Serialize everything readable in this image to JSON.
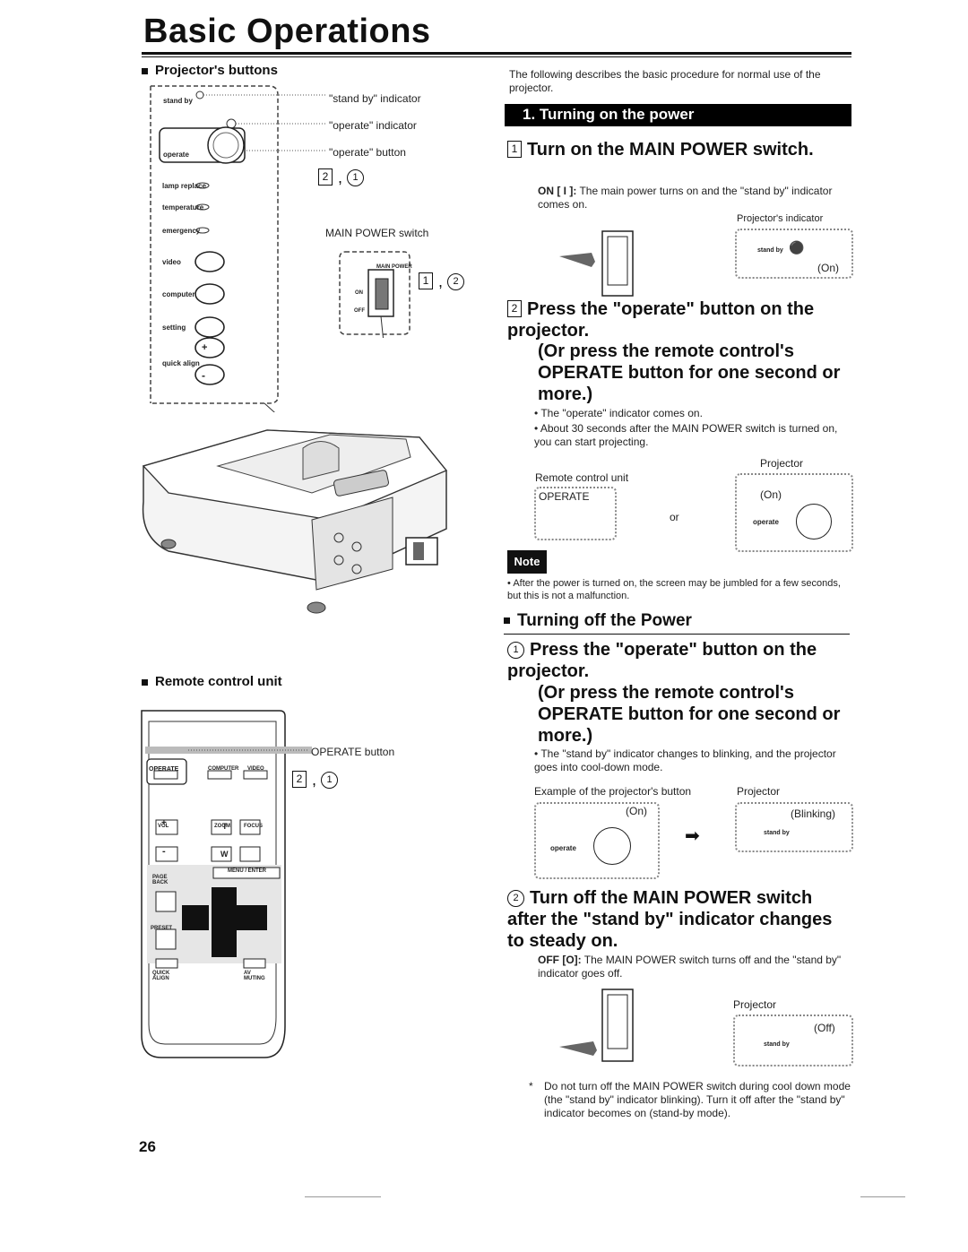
{
  "page": {
    "title": "Basic Operations",
    "number": "26"
  },
  "left": {
    "buttons_heading": "Projector's buttons",
    "callouts": {
      "standby_indicator": "\"stand by\" indicator",
      "operate_indicator": "\"operate\" indicator",
      "operate_button": "\"operate\" button"
    },
    "panel_labels": {
      "standby": "stand by",
      "operate": "operate",
      "lamp": "lamp replace",
      "temperature": "temperature",
      "emergency": "emergency",
      "video": "video",
      "computer": "computer",
      "setting": "setting",
      "quick_align": "quick align",
      "plus": "+",
      "minus": "-"
    },
    "ref_a": {
      "box": "2",
      "circle": "1"
    },
    "main_switch_label": "MAIN POWER switch",
    "switch_labels": {
      "main": "MAIN POWER",
      "on": "ON",
      "off": "OFF"
    },
    "ref_b": {
      "box": "1",
      "circle": "2"
    },
    "remote_heading": "Remote control unit",
    "remote_callout": "OPERATE button",
    "ref_c": {
      "box": "2",
      "circle": "1"
    },
    "remote_labels": {
      "operate": "OPERATE",
      "computer": "COMPUTER",
      "video": "VIDEO",
      "vol": "VOL",
      "zoom": "ZOOM",
      "focus": "FOCUS",
      "t": "T",
      "w": "W",
      "menu": "MENU / ENTER",
      "page_back": "PAGE BACK",
      "preset": "PRESET",
      "quick_align": "QUICK ALIGN",
      "av_muting": "AV MUTING",
      "plus": "+",
      "minus": "-"
    }
  },
  "right": {
    "intro": "The following describes the basic procedure for normal use of the projector.",
    "banner": "1. Turning on the power",
    "step1": {
      "num": "1",
      "heading": "Turn on the MAIN POWER switch.",
      "body_label": "ON [ I ]:",
      "body": "The main power turns on and the \"stand by\" indicator comes on.",
      "fig_caption": "Projector's indicator",
      "fig_standby": "stand by",
      "fig_on": "(On)"
    },
    "step2": {
      "num": "2",
      "heading_a": "Press the \"operate\" button on the projector.",
      "heading_b": "(Or press the remote control's OPERATE button for one second or more.)",
      "bullets": [
        "The \"operate\" indicator comes on.",
        "About 30 seconds after the MAIN POWER switch is turned on, you can start projecting."
      ],
      "fig_remote_caption": "Remote control unit",
      "fig_remote_btn": "OPERATE",
      "fig_or": "or",
      "fig_proj_caption": "Projector",
      "fig_on": "(On)",
      "fig_operate": "operate"
    },
    "note": {
      "tag": "Note",
      "text": "After the power is turned on, the screen may be jumbled for a few seconds, but this is not a malfunction."
    },
    "off_heading": "Turning off the Power",
    "off1": {
      "num": "1",
      "heading_a": "Press the \"operate\" button on the projector.",
      "heading_b": "(Or press the remote control's OPERATE button for one second or more.)",
      "bullets": [
        "The \"stand by\" indicator changes to blinking, and the projector goes into cool-down mode."
      ],
      "fig_example": "Example of the projector's button",
      "fig_on": "(On)",
      "fig_operate": "operate",
      "fig_proj_caption": "Projector",
      "fig_blinking": "(Blinking)",
      "fig_standby": "stand by"
    },
    "off2": {
      "num": "2",
      "heading": "Turn off the MAIN POWER switch after the \"stand by\" indicator changes to steady on.",
      "body_label": "OFF [O]:",
      "body": "The MAIN POWER switch turns off and the \"stand by\" indicator goes off.",
      "fig_proj_caption": "Projector",
      "fig_off": "(Off)",
      "fig_standby": "stand by"
    },
    "footnote": "Do not turn off the MAIN POWER switch during cool down mode (the \"stand by\" indicator blinking). Turn it off after the \"stand by\" indicator becomes on (stand-by mode).",
    "footnote_mark": "*"
  }
}
